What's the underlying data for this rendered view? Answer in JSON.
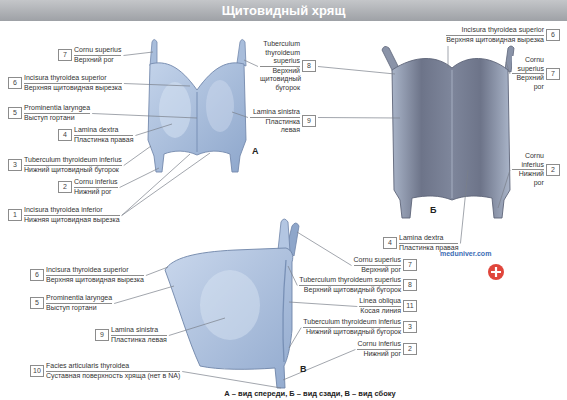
{
  "diagram": {
    "title": "Щитовидный хрящ",
    "caption": "А – вид спереди, Б – вид сзади, В – вид сбоку",
    "nodes": [
      {
        "text": [
          "7",
          "Cornu superius",
          "Верхний рог"
        ]
      },
      {
        "text": [
          "6",
          "Incisura thyroidea superior",
          "Верхняя щитовидная вырезка"
        ]
      },
      {
        "text": [
          "5",
          "Prominentia laryngea",
          "Выступ гортани"
        ]
      },
      {
        "text": [
          "4",
          "Lamina dextra",
          "Пластинка правая"
        ]
      },
      {
        "text": [
          "3",
          "Tuberculum thyroideum inferius",
          "Нижний щитовидный бугорок"
        ]
      },
      {
        "text": [
          "2",
          "Cornu inferius",
          "Нижний рог"
        ]
      },
      {
        "text": [
          "1",
          "Incisura thyroidea inferior",
          "Нижняя щитовидная вырезка"
        ]
      },
      {
        "text": [
          "8",
          "Tuberculum thyroideum superius",
          "Верхний щитовидный бугорок"
        ]
      },
      {
        "text": [
          "9",
          "Lamina sinistra",
          "Пластинка левая"
        ]
      },
      {
        "text": [
          "6",
          "Incisura thyroidea superior",
          "Верхняя щитовидная вырезка"
        ]
      },
      {
        "text": [
          "7",
          "Cornu superius",
          "Верхний рог"
        ]
      },
      {
        "text": [
          "2",
          "Cornu inferius",
          "Нижний рог"
        ]
      },
      {
        "text": [
          "4",
          "Lamina dextra",
          "Пластинка правая"
        ]
      },
      {
        "text": [
          "7",
          "Cornu superius",
          "Верхний рог"
        ]
      },
      {
        "text": [
          "6",
          "Incisura thyroidea superior",
          "Верхняя щитовидная вырезка"
        ]
      },
      {
        "text": [
          "8",
          "Tuberculum thyroideum superius",
          "Верхний щитовидный бугорок"
        ]
      },
      {
        "text": [
          "5",
          "Prominentia laryngea",
          "Выступ гортани"
        ]
      },
      {
        "text": [
          "11",
          "Linea obliqua",
          "Косая линия"
        ]
      },
      {
        "text": [
          "3",
          "Tuberculum thyroideum inferius",
          "Нижний щитовидный бугорок"
        ]
      },
      {
        "text": [
          "9",
          "Lamina sinistra",
          "Пластинка левая"
        ]
      },
      {
        "text": [
          "2",
          "Cornu inferius",
          "Нижний рог"
        ]
      },
      {
        "text": [
          "10",
          "Facies articularis thyroidea",
          "Суставная поверхность хряща (нет в NA)"
        ]
      }
    ],
    "labels": [
      "А",
      "Б",
      "В",
      "meduniver.com"
    ]
  }
}
